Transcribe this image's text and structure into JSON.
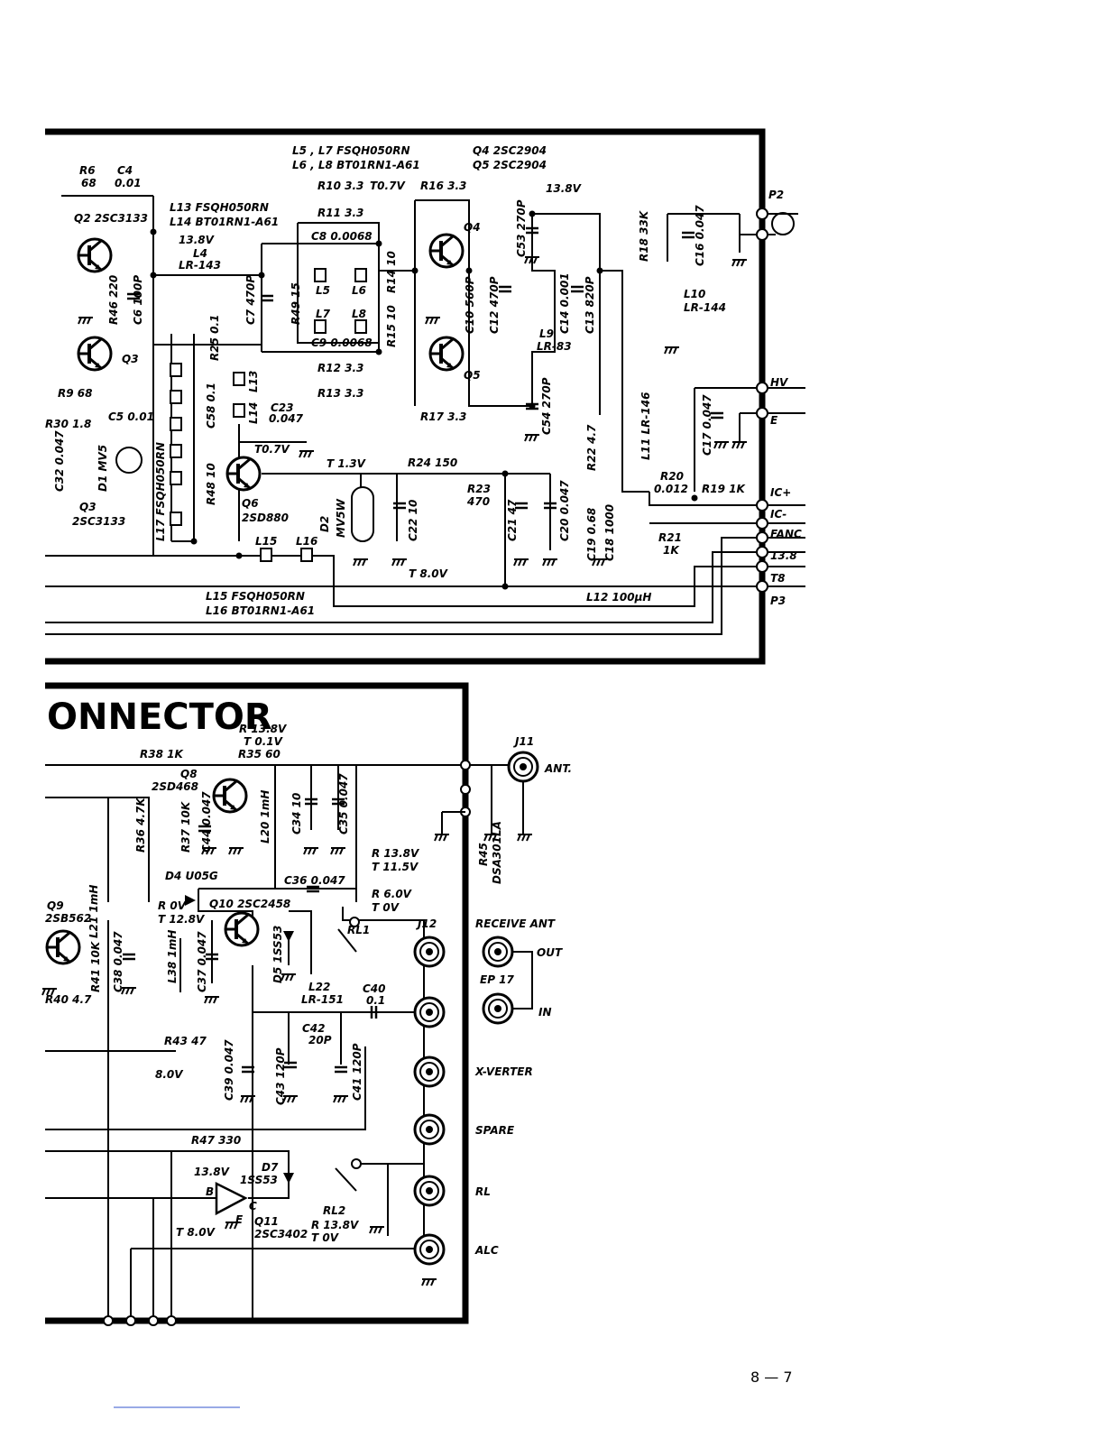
{
  "page_number": "8 — 7",
  "top_panel": {
    "notes": [
      "L5 , L7  FSQH050RN",
      "L6 , L8  BT01RN1-A61",
      "Q4  2SC2904",
      "Q5  2SC2904",
      "L13  FSQH050RN",
      "L14  BT01RN1-A61",
      "L15  FSQH050RN",
      "L16  BT01RN1-A61"
    ],
    "voltages": [
      "13.8V",
      "13.8V",
      "T0.7V",
      "T0.7V",
      "T 1.3V",
      "T 8.0V"
    ],
    "parts": [
      "R6",
      "68",
      "C4",
      "0.01",
      "Q2 2SC3133",
      "R46 220",
      "C6 100P",
      "Q3",
      "R9 68",
      "C5 0.01",
      "R30 1.8",
      "C32 0.047",
      "D1 MV5",
      "Q3",
      "2SC3133",
      "L4",
      "LR-143",
      "C58 0.1",
      "R48 10",
      "L17 FSQH050RN",
      "R25 0.1",
      "L13",
      "L14",
      "C7 470P",
      "R49 15",
      "C23",
      "0.047",
      "Q6",
      "2SD880",
      "L15",
      "L16",
      "R10 3.3",
      "R11 3.3",
      "C8 0.0068",
      "L5",
      "L6",
      "L7",
      "L8",
      "C9 0.0068",
      "R12 3.3",
      "R13 3.3",
      "R14 10",
      "R15 10",
      "R16 3.3",
      "R17 3.3",
      "Q4",
      "Q5",
      "C10 560P",
      "C12 470P",
      "C53 270P",
      "L9",
      "LR-83",
      "C14 0.001",
      "C13 820P",
      "C54 270P",
      "R24 150",
      "R23",
      "470",
      "D2",
      "MV5W",
      "C22 10",
      "C21 47",
      "C20 0.047",
      "R18 33K",
      "C16 0.047",
      "L10",
      "LR-144",
      "R22 4.7",
      "L11 LR-146",
      "C17 0.047",
      "C19 0.68",
      "C18 1000",
      "R20",
      "0.012",
      "R19 1K",
      "R21",
      "1K",
      "L12 100μH"
    ],
    "terminals": [
      "P2",
      "HV",
      "E",
      "IC+",
      "IC-",
      "FANC",
      "13.8",
      "T8",
      "P3"
    ]
  },
  "bottom_panel": {
    "title": "ONNECTOR",
    "voltages": [
      "R 13.8V",
      "T 0.1V",
      "R 13.8V",
      "T 11.5V",
      "R 6.0V",
      "T 0V",
      "R 0V",
      "T 12.8V",
      "8.0V",
      "13.8V",
      "T 8.0V",
      "R 13.8V",
      "T 0V"
    ],
    "parts": [
      "R38 1K",
      "R35 60",
      "Q8",
      "2SD468",
      "R36 4.7K",
      "R37 10K",
      "C44 0.047",
      "L20 1mH",
      "C34 10",
      "C35 0.047",
      "D4 U05G",
      "C36 0.047",
      "Q9",
      "2SB562",
      "L21 1mH",
      "R41 10K",
      "C38 0.047",
      "R40 4.7",
      "Q10 2SC2458",
      "L38 1mH",
      "C37 0.047",
      "D5 1SS53",
      "RL1",
      "L22",
      "LR-151",
      "C40",
      "0.1",
      "C42",
      "20P",
      "C43 120P",
      "C41 120P",
      "R43 47",
      "C39 0.047",
      "R47 330",
      "D7",
      "1SS53",
      "B",
      "C",
      "E",
      "Q11",
      "2SC3402",
      "RL2",
      "R45",
      "DSA301LA"
    ],
    "connectors": [
      "J11",
      "ANT.",
      "J12",
      "RECEIVE ANT",
      "OUT",
      "EP 17",
      "IN",
      "X-VERTER",
      "SPARE",
      "RL",
      "ALC"
    ]
  }
}
